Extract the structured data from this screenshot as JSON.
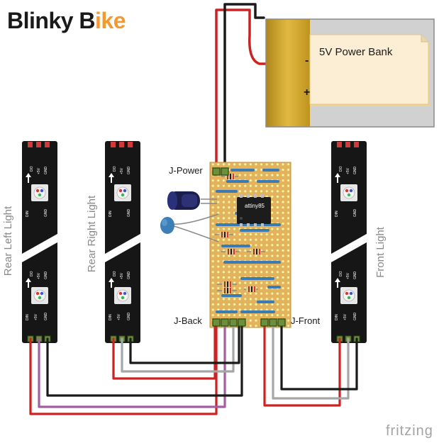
{
  "title": {
    "part1": "Blinky B",
    "part2": "ike"
  },
  "power_bank": {
    "label": "5V Power Bank",
    "minus": "-",
    "plus": "+"
  },
  "board": {
    "chip_label": "attiny85",
    "j_power": "J-Power",
    "j_back": "J-Back",
    "j_front": "J-Front"
  },
  "strips": {
    "rear_left": "Rear Left Light",
    "rear_right": "Rear Right Light",
    "front": "Front Light",
    "pin_do": "DO",
    "pin_5v": "+5V",
    "pin_gnd": "GND",
    "pin_din": "DIN"
  },
  "watermark": "fritzing",
  "colors": {
    "red_wire": "#cc2222",
    "black_wire": "#1a1a1a",
    "gray_wire": "#a6a6a6",
    "purple_wire": "#a25ea0",
    "stripboard": "#e3b25c",
    "strip_pcb": "#161616",
    "title_orange": "#f39a2e"
  }
}
